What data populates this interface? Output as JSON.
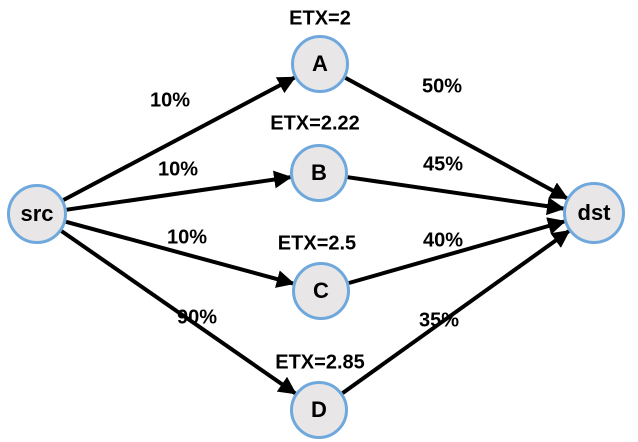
{
  "nodes": {
    "src": {
      "label": "src"
    },
    "a": {
      "label": "A",
      "etx": "ETX=2"
    },
    "b": {
      "label": "B",
      "etx": "ETX=2.22"
    },
    "c": {
      "label": "C",
      "etx": "ETX=2.5"
    },
    "d": {
      "label": "D",
      "etx": "ETX=2.85"
    },
    "dst": {
      "label": "dst"
    }
  },
  "edges": {
    "src_a": {
      "from": "src",
      "to": "A",
      "label": "10%"
    },
    "src_b": {
      "from": "src",
      "to": "B",
      "label": "10%"
    },
    "src_c": {
      "from": "src",
      "to": "C",
      "label": "10%"
    },
    "src_d": {
      "from": "src",
      "to": "D",
      "label": "90%"
    },
    "a_dst": {
      "from": "A",
      "to": "dst",
      "label": "50%"
    },
    "b_dst": {
      "from": "B",
      "to": "dst",
      "label": "45%"
    },
    "c_dst": {
      "from": "C",
      "to": "dst",
      "label": "40%"
    },
    "d_dst": {
      "from": "D",
      "to": "dst",
      "label": "35%"
    }
  },
  "colors": {
    "background": "#ffffff",
    "node_fill": "#e8e6e6",
    "node_border": "#6fa8dc",
    "edge": "#000000",
    "text": "#000000"
  }
}
